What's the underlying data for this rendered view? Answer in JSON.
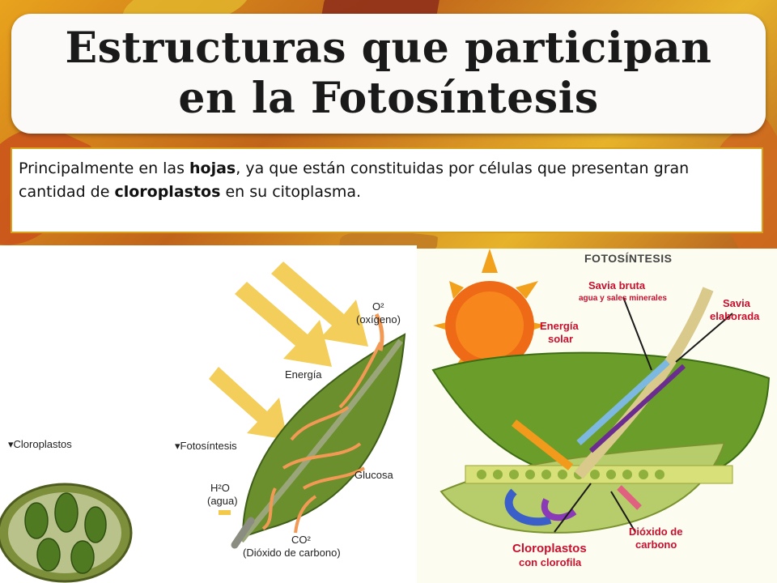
{
  "slide": {
    "title": "Estructuras que participan en la Fotosíntesis",
    "body": {
      "t1": "Principalmente en las ",
      "b1": "hojas",
      "t2": ", ya que están constituidas por células que presentan gran cantidad de ",
      "b2": "cloroplastos",
      "t3": " en su citoplasma."
    }
  },
  "figure_left": {
    "labels": {
      "oxygen": "O²",
      "oxygen_sub": "(oxígeno)",
      "energy": "Energía",
      "chloroplasts": "▾Cloroplastos",
      "photosynthesis": "▾Fotosíntesis",
      "glucose": "Glucosa",
      "water": "H²O",
      "water_sub": "(agua)",
      "co2": "CO²",
      "co2_sub": "(Dióxido de carbono)"
    }
  },
  "figure_right": {
    "labels": {
      "heading": "FOTOSÍNTESIS",
      "raw_sap": "Savia bruta",
      "raw_sap_sub": "agua y sales minerales",
      "elab_sap": "Savia",
      "elab_sap_2": "elaborada",
      "solar_energy": "Energía",
      "solar_energy_2": "solar",
      "chloroplasts": "Cloroplastos",
      "chloroplasts_sub": "con clorofila",
      "co2": "Dióxido de",
      "co2_2": "carbono"
    }
  },
  "colors": {
    "title_bg": "#fbfaf8",
    "text_border": "#d8a11d",
    "label_red": "#c8102e"
  }
}
